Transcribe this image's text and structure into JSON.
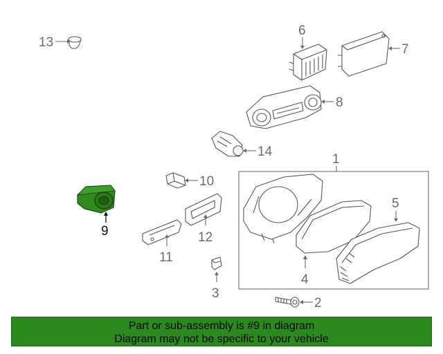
{
  "colors": {
    "highlight_part": "#2f8a1e",
    "banner_background": "#2b8a1e",
    "line_art": "#555555",
    "callout_text": "#6b6b6b",
    "highlight_callout_text": "#111111"
  },
  "callouts": {
    "c1": "1",
    "c2": "2",
    "c3": "3",
    "c4": "4",
    "c5": "5",
    "c6": "6",
    "c7": "7",
    "c8": "8",
    "c9": "9",
    "c10": "10",
    "c11": "11",
    "c12": "12",
    "c13": "13",
    "c14": "14"
  },
  "highlighted_part": "9",
  "banner": {
    "line1": "Part or sub-assembly is #9 in diagram",
    "line2": "Diagram may not be specific to your vehicle"
  }
}
